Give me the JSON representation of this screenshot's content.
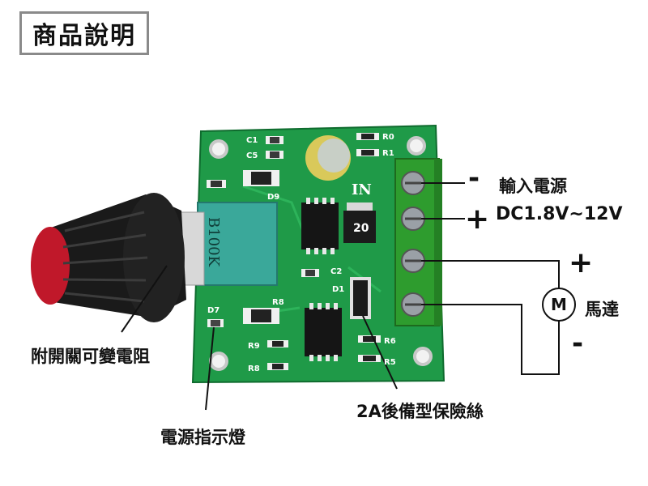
{
  "title": "商品說明",
  "board": {
    "silkscreen": {
      "c1": "C1",
      "c5": "C5",
      "r0": "R0",
      "r1": "R1",
      "d9": "D9",
      "in": "IN",
      "chip": "20",
      "c2": "C2",
      "d1": "D1",
      "d7": "D7",
      "r8": "R8",
      "r9": "R9",
      "r6": "R6",
      "r6b": "R8",
      "r5": "R5",
      "pot": "B100K"
    }
  },
  "labels": {
    "input_minus": "-",
    "input_title": "輸入電源",
    "input_plus": "+",
    "input_range": "DC1.8V~12V",
    "motor_plus": "+",
    "motor_symbol": "M",
    "motor_label": "馬達",
    "motor_minus": "-",
    "switch_pot": "附開關可變電阻",
    "power_led": "電源指示燈",
    "fuse": "2A後備型保險絲"
  },
  "colors": {
    "pcb": "#1f9a48",
    "terminal": "#2e9c2e",
    "knob": "#1a1a1a",
    "knob_base": "#c0182a",
    "pot_body": "#3aa89a",
    "line": "#111111"
  }
}
